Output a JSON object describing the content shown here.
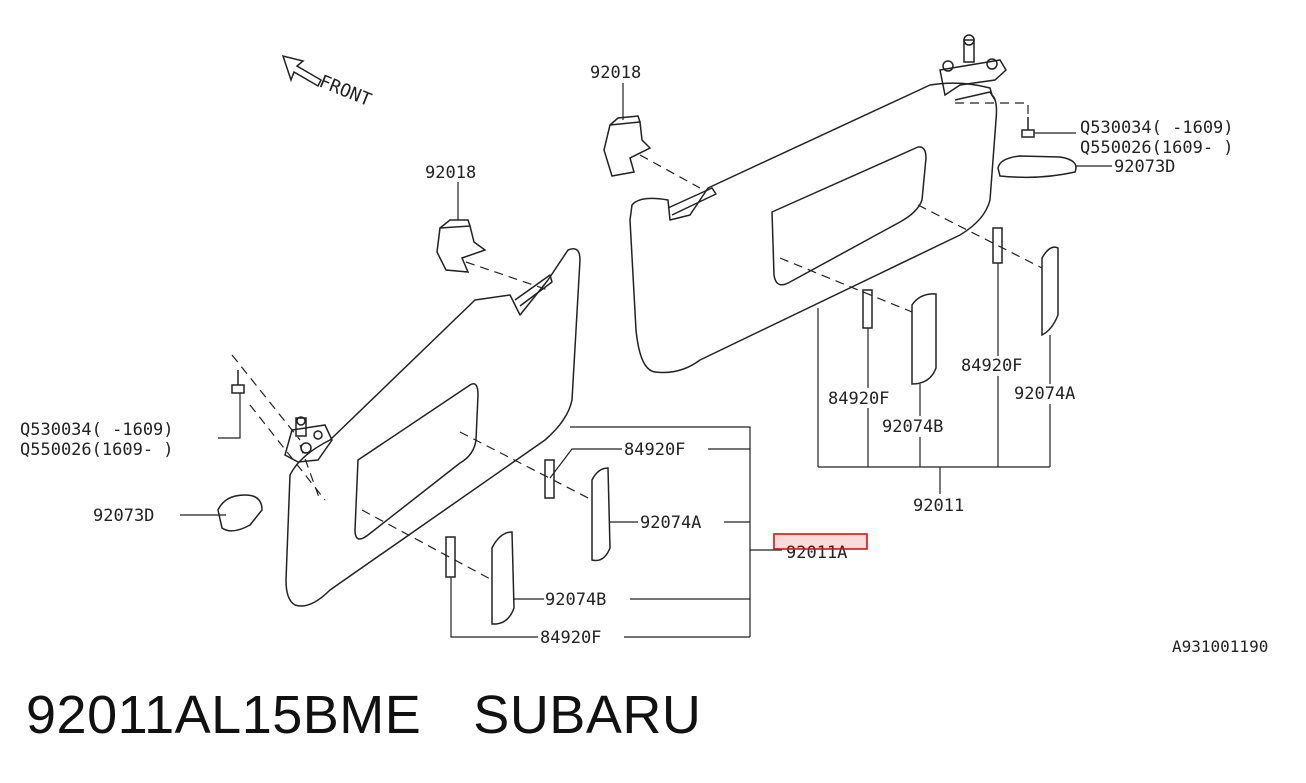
{
  "diagram": {
    "orientation_label": "FRONT",
    "callouts": {
      "bracket_upper": "92018",
      "bracket_left": "92018",
      "bolt_right": "Q530034( -1609)",
      "bolt_right_alt": "Q550026(1609- )",
      "bolt_left": "Q530034( -1609)",
      "bolt_left_alt": "Q550026(1609- )",
      "cover_right": "92073D",
      "cover_left": "92073D",
      "pin_right_1": "84920F",
      "pin_right_2": "84920F",
      "mirror_right_1": "92074A",
      "mirror_right_2": "92074B",
      "assy_right": "92011",
      "pin_left_1": "84920F",
      "mirror_left_1": "92074A",
      "assy_left": "92011A",
      "mirror_left_2": "92074B",
      "pin_left_2": "84920F"
    },
    "highlight_color": "#e01010",
    "drawing_code": "A931001190"
  },
  "footer": {
    "part_number": "92011AL15BME",
    "brand": "SUBARU"
  }
}
